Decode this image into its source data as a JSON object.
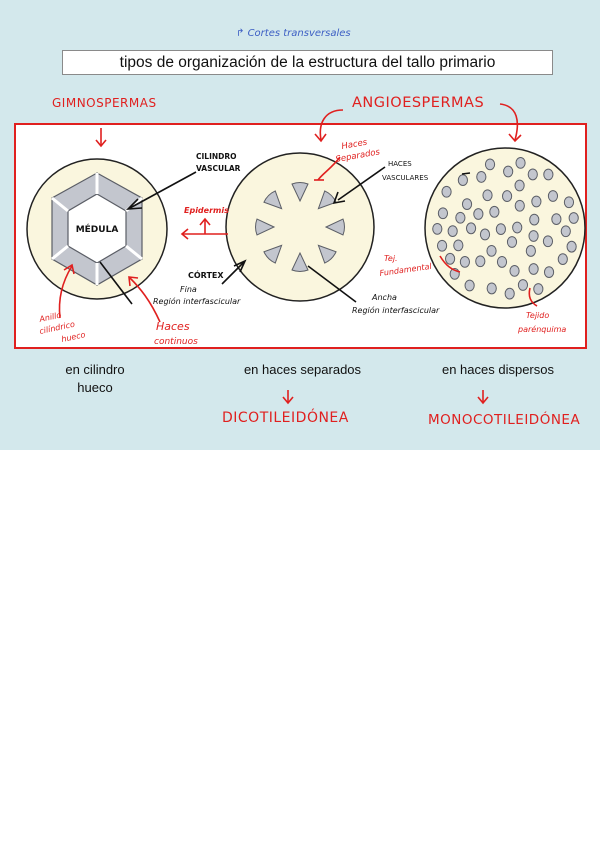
{
  "note": "Cortes transversales",
  "title": "tipos de organización de la estructura del tallo primario",
  "groups": {
    "gymno": "GIMNOSPERMAS",
    "angio": "ANGIOESPERMAS"
  },
  "labels": {
    "medula": "MÉDULA",
    "cilindro_1": "CILINDRO",
    "cilindro_2": "VASCULAR",
    "epidermis": "Epidermis",
    "cortex": "CÓRTEX",
    "fina_1": "Fina",
    "fina_2": "Región interfascicular",
    "anillo_1": "Anillo",
    "anillo_2": "cilíndrico",
    "anillo_3": "hueco",
    "haces_cont_1": "Haces",
    "haces_cont_2": "continuos",
    "haces_sep_1": "Haces",
    "haces_sep_2": "Separados",
    "haces_vasc_1": "HACES",
    "haces_vasc_2": "VASCULARES",
    "ancha_1": "Ancha",
    "ancha_2": "Región interfascicular",
    "tej_1": "Tej.",
    "tej_2": "Fundamental",
    "tejido_1": "Tejido",
    "tejido_2": "parénquima"
  },
  "captions": {
    "c1_line1": "en cilindro",
    "c1_line2": "hueco",
    "c2": "en haces separados",
    "c3": "en haces dispersos"
  },
  "classes": {
    "dicot": "DICOTILEIDÓNEA",
    "monocot": "MONOCOTILEIDÓNEA"
  },
  "colors": {
    "panel_bg": "#d3e8ec",
    "frame_red": "#e0201f",
    "stem_fill": "#faf6de",
    "bundle_fill": "#c3c6ce",
    "bundle_stroke": "#5b5e66",
    "annotation_red": "#e0201f",
    "annotation_blue": "#3d5fc4"
  }
}
